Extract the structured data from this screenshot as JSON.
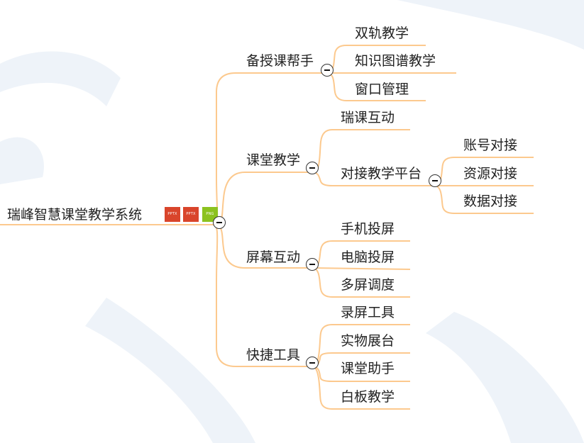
{
  "root": {
    "label": "瑞峰智慧课堂教学系统",
    "badges": [
      {
        "label": "PPTX",
        "color": "#d9452b"
      },
      {
        "label": "PPTX",
        "color": "#d9452b"
      },
      {
        "label": "PNG",
        "color": "#8cc21f"
      }
    ]
  },
  "branches": [
    {
      "label": "备授课帮手",
      "children": [
        "双轨教学",
        "知识图谱教学",
        "窗口管理"
      ]
    },
    {
      "label": "课堂教学",
      "children": [
        "瑞课互动",
        "对接教学平台"
      ],
      "sub": {
        "label": "对接教学平台",
        "children": [
          "账号对接",
          "资源对接",
          "数据对接"
        ]
      }
    },
    {
      "label": "屏幕互动",
      "children": [
        "手机投屏",
        "电脑投屏",
        "多屏调度"
      ]
    },
    {
      "label": "快捷工具",
      "children": [
        "录屏工具",
        "实物展台",
        "课堂助手",
        "白板教学"
      ]
    }
  ],
  "colors": {
    "line": "#fcc98e",
    "background_shape": "#eef3f9"
  }
}
